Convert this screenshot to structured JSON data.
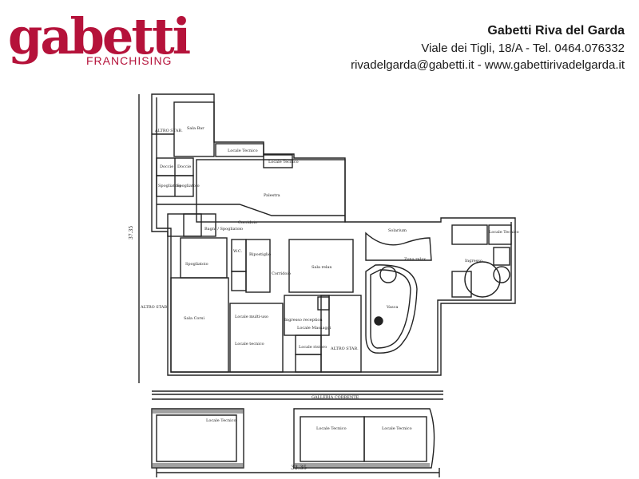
{
  "brand": {
    "name": "gabetti",
    "subtitle": "FRANCHISING",
    "color": "#b5123a"
  },
  "agency": {
    "name": "Gabetti Riva del Garda",
    "address": "Viale dei Tigli, 18/A - Tel. 0464.076332",
    "contacts": "rivadelgarda@gabetti.it - www.gabettirivadelgarda.it"
  },
  "floorplan": {
    "labels": {
      "sala_bar": "Sala Bar",
      "altro_stabile_top": "ALTRO STAB.",
      "locale_tecnico_1": "Locale Tecnico",
      "locale_tecnico_2": "Locale Tecnico",
      "doccie_1": "Doccie",
      "doccie_2": "Doccie",
      "spogliatoio_1": "Spogliatoio",
      "spogliatoio_2": "Spogliatoio",
      "palestra": "Palestra",
      "corridoio_1": "Corridoio",
      "bagni": "Bagni / Spogliatoio",
      "spogliatoio_3": "Spogliatoio",
      "ripostiglio": "Ripostiglio",
      "corridoio_2": "Corridoio",
      "sala_relax": "Sala relax",
      "solarium": "Solarium",
      "zona_relax": "Zona relax",
      "vasca": "Vasca",
      "ingresso": "Ingresso",
      "locale_tecnico_3": "Locale Tecnico",
      "sala_corsi": "Sala Corsi",
      "altro_stabile_left": "ALTRO STAB.",
      "locale_multi": "Locale multi-uso",
      "locale_tec_3": "Locale tecnico",
      "reception": "Ingresso reception",
      "locale_mass": "Locale Massaggi",
      "locale_ristoro": "Locale ristoro",
      "altro_stabile_mid": "ALTRO STAB.",
      "galleria": "GALLERIA CORRENTE",
      "locale_tecnico_4": "Locale Tecnico",
      "locale_tecnico_5": "Locale Tecnico",
      "locale_tecnico_6": "Locale Tecnico",
      "wc": "W.C.",
      "dim_side": "37.35",
      "dim_bottom": "33.35"
    }
  }
}
